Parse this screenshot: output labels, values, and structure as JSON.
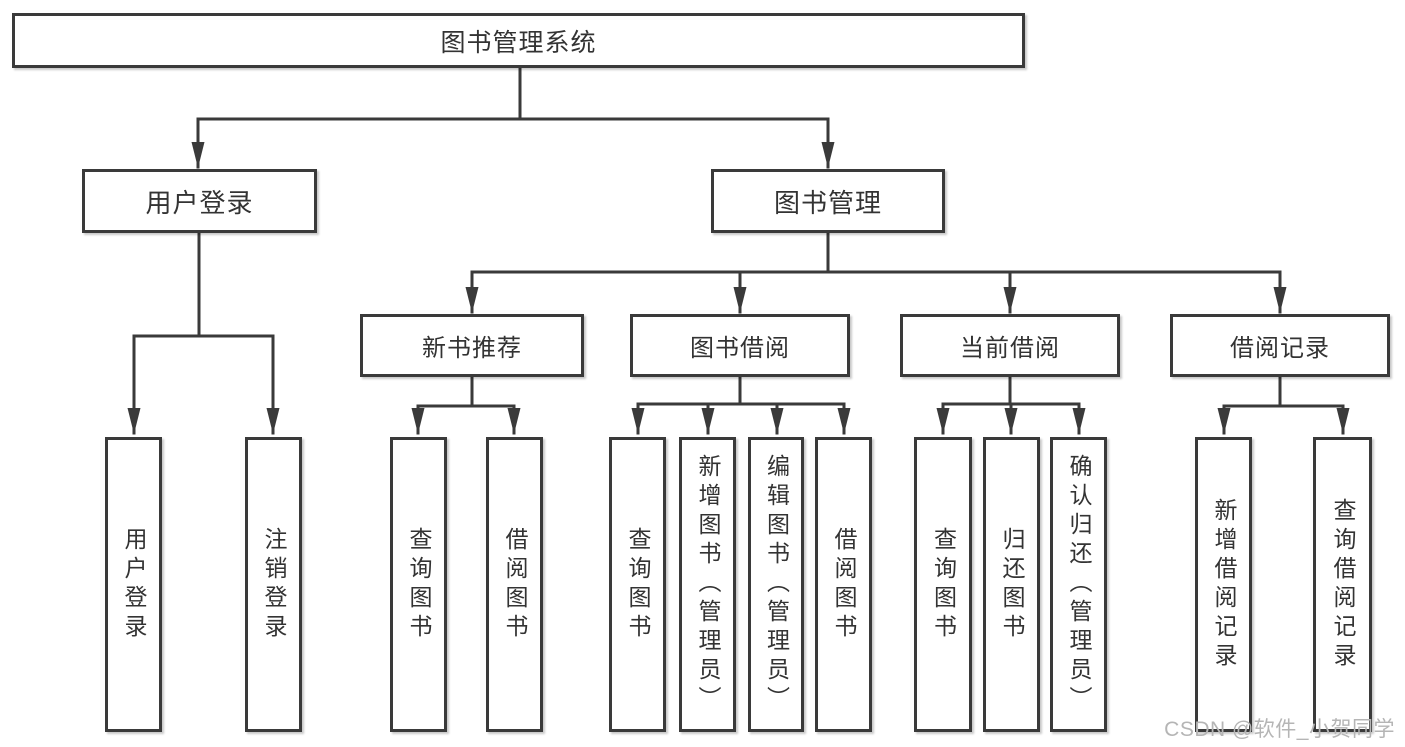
{
  "tree": {
    "label": "图书管理系统",
    "children": [
      {
        "label": "用户登录",
        "leaves": [
          "用户登录",
          "注销登录"
        ]
      },
      {
        "label": "图书管理",
        "groups": [
          {
            "label": "新书推荐",
            "leaves": [
              "查询图书",
              "借阅图书"
            ]
          },
          {
            "label": "图书借阅",
            "leaves": [
              "查询图书",
              "新增图书（管理员）",
              "编辑图书（管理员）",
              "借阅图书"
            ]
          },
          {
            "label": "当前借阅",
            "leaves": [
              "查询图书",
              "归还图书",
              "确认归还（管理员）"
            ]
          },
          {
            "label": "借阅记录",
            "leaves": [
              "新增借阅记录",
              "查询借阅记录"
            ]
          }
        ]
      }
    ]
  },
  "watermark": {
    "text": "CSDN @软件_小贺同学"
  },
  "colors": {
    "line": "#3a3a3a",
    "text": "#333333",
    "watermark": "#b5b5b5",
    "background": "#ffffff"
  }
}
